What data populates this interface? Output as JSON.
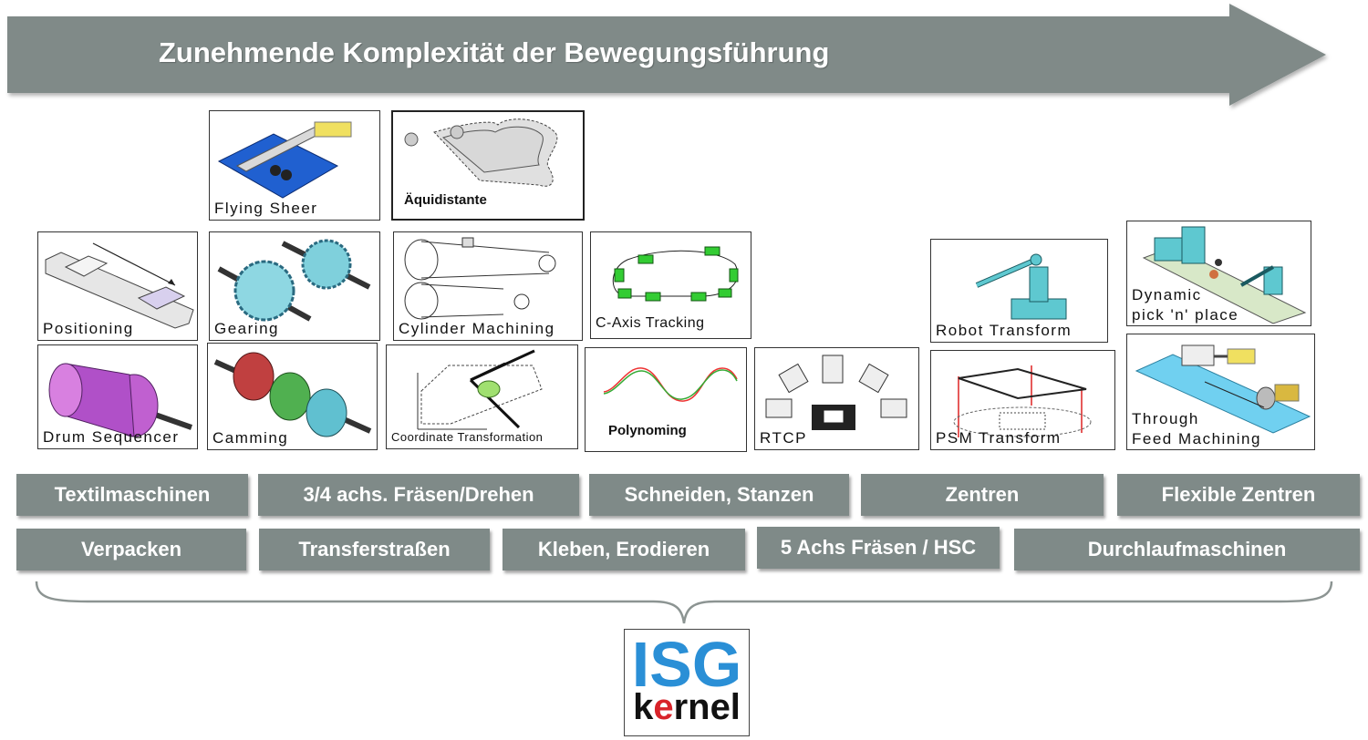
{
  "header": {
    "title": "Zunehmende Komplexität der Bewegungsführung"
  },
  "colors": {
    "arrow": "#808a88",
    "bar": "#7f8a88",
    "isg_blue": "#2a8fd6",
    "kernel_e": "#d8232a",
    "green": "#33cc33",
    "teal": "#5ec8d0"
  },
  "tiles": {
    "flying_sheer": "Flying Sheer",
    "aequidistante": "Äquidistante",
    "positioning": "Positioning",
    "gearing": "Gearing",
    "cylinder_machining": "Cylinder Machining",
    "c_axis_tracking": "C-Axis Tracking",
    "robot_transform": "Robot Transform",
    "dynamic_pick": "Dynamic\npick 'n' place",
    "drum_sequencer": "Drum Sequencer",
    "camming": "Camming",
    "coordinate_transformation": "Coordinate Transformation",
    "polynoming": "Polynoming",
    "rtcp": "RTCP",
    "psm_transform": "PSM Transform",
    "through_feed": "Through\nFeed Machining"
  },
  "bars_row1": [
    "Textilmaschinen",
    "3/4 achs. Fräsen/Drehen",
    "Schneiden, Stanzen",
    "Zentren",
    "Flexible Zentren"
  ],
  "bars_row2": [
    "Verpacken",
    "Transferstraßen",
    "Kleben, Erodieren",
    "5 Achs Fräsen / HSC",
    "Durchlaufmaschinen"
  ],
  "logo": {
    "top": "ISG",
    "bottom_k": "k",
    "bottom_e": "e",
    "bottom_rest": "rnel"
  }
}
